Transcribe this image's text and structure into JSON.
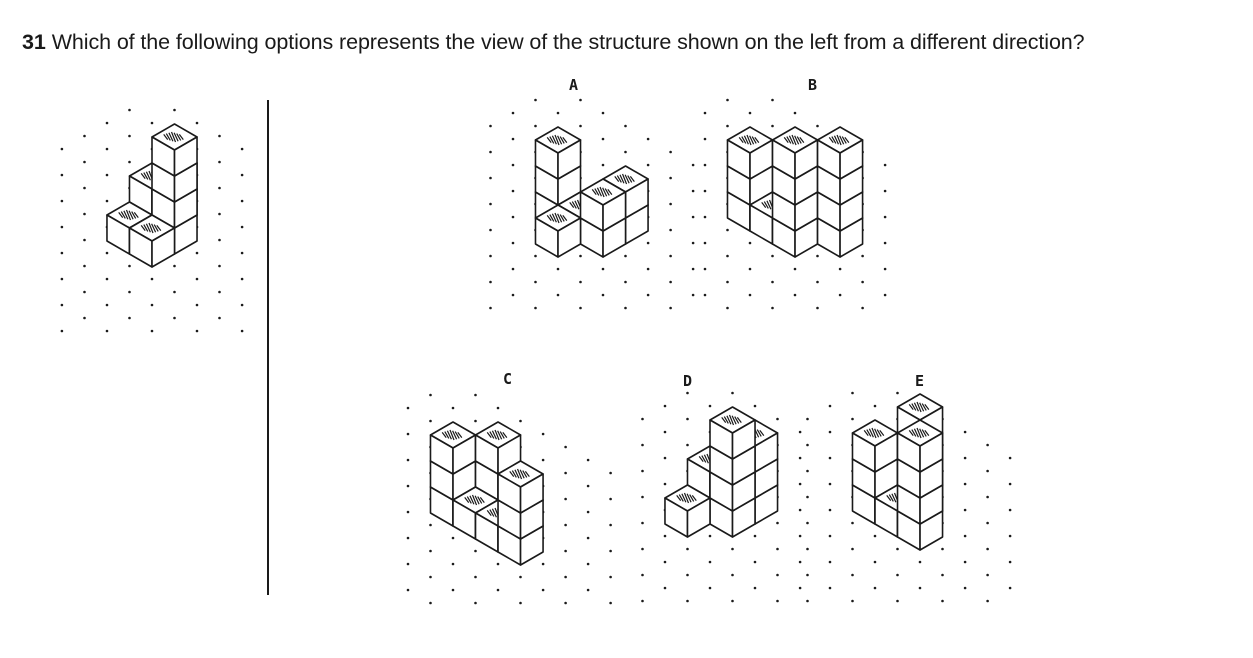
{
  "question": {
    "number": "31",
    "text": "Which of the following options represents the view of the structure shown on the left from a different direction?"
  },
  "options": [
    {
      "key": "A",
      "label": "A"
    },
    {
      "key": "B",
      "label": "B"
    },
    {
      "key": "C",
      "label": "C"
    },
    {
      "key": "D",
      "label": "D"
    },
    {
      "key": "E",
      "label": "E"
    }
  ]
}
